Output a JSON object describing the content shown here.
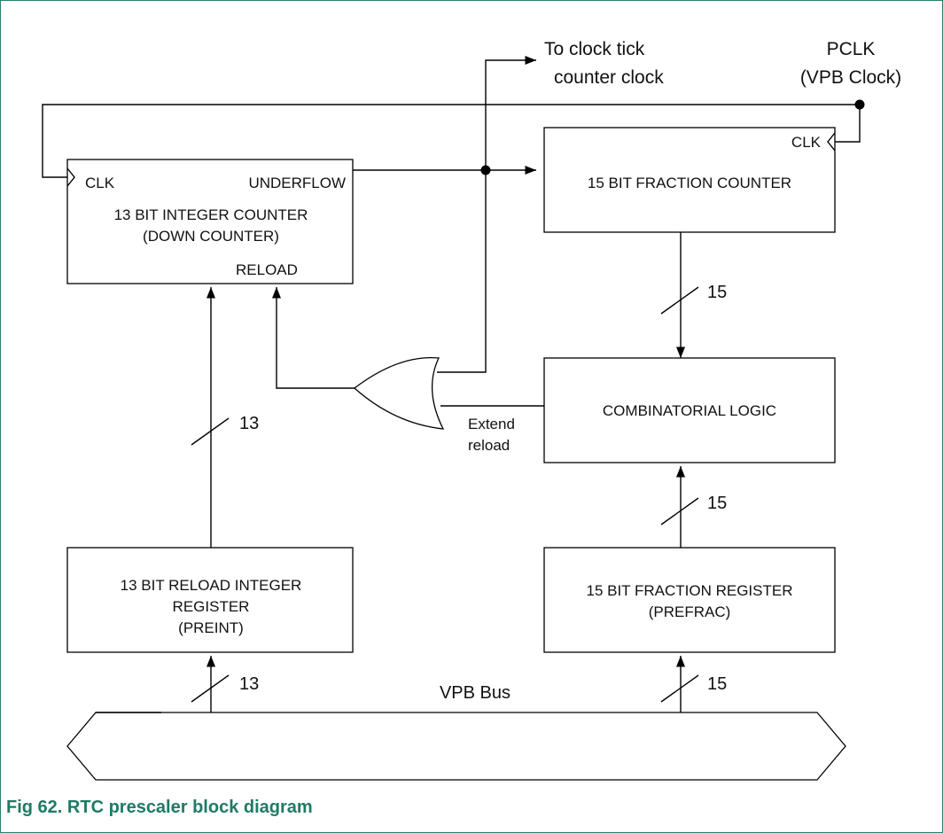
{
  "caption": "Fig 62. RTC prescaler block diagram",
  "colors": {
    "caption": "#1f7a65",
    "frame": "#2e7d6b",
    "lines": "#000000"
  },
  "labels": {
    "clock_tick_line1": "To clock tick",
    "clock_tick_line2": "counter clock",
    "pclk_line1": "PCLK",
    "pclk_line2": "(VPB Clock)",
    "extend_line1": "Extend",
    "extend_line2": "reload",
    "vpb_bus": "VPB Bus"
  },
  "blocks": {
    "integer_counter": {
      "clk": "CLK",
      "underflow": "UNDERFLOW",
      "title1": "13 BIT INTEGER COUNTER",
      "title2": "(DOWN COUNTER)",
      "reload": "RELOAD"
    },
    "fraction_counter": {
      "clk": "CLK",
      "title": "15 BIT FRACTION COUNTER"
    },
    "combinatorial_logic": {
      "title": "COMBINATORIAL LOGIC"
    },
    "reload_register": {
      "title1": "13 BIT RELOAD INTEGER",
      "title2": "REGISTER",
      "title3": "(PREINT)"
    },
    "fraction_register": {
      "title1": "15 BIT FRACTION REGISTER",
      "title2": "(PREFRAC)"
    }
  },
  "bus_widths": {
    "fraction_to_logic": "15",
    "preint_to_counter": "13",
    "prefrac_to_logic": "15",
    "bus_to_preint": "13",
    "bus_to_prefrac": "15"
  }
}
